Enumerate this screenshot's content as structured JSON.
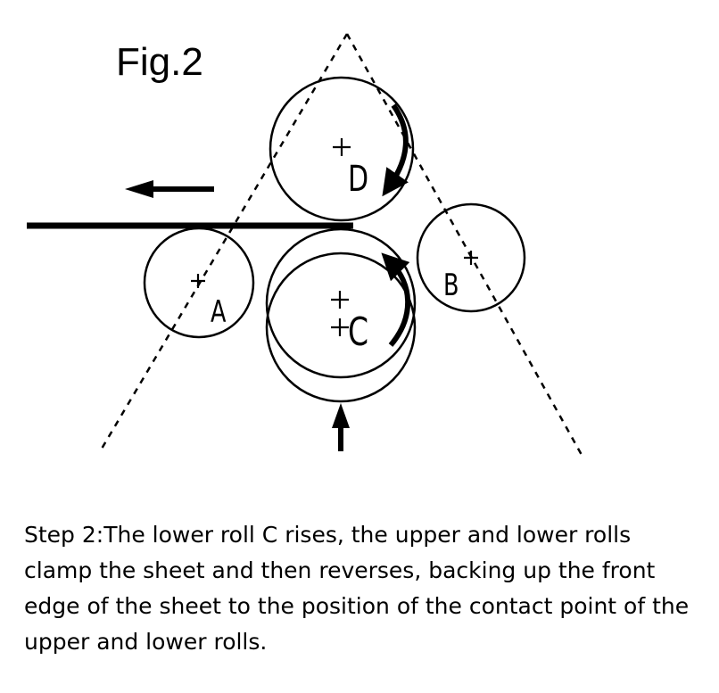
{
  "figure": {
    "title": "Fig.2",
    "rolls": [
      {
        "id": "D",
        "label": "D"
      },
      {
        "id": "C",
        "label": "C"
      },
      {
        "id": "A",
        "label": "A"
      },
      {
        "id": "B",
        "label": "B"
      }
    ]
  },
  "caption": "Step 2:The lower roll C rises, the upper and lower rolls clamp the sheet and then reverses, backing up the front edge of the sheet to the position of the contact point of the upper and lower rolls."
}
